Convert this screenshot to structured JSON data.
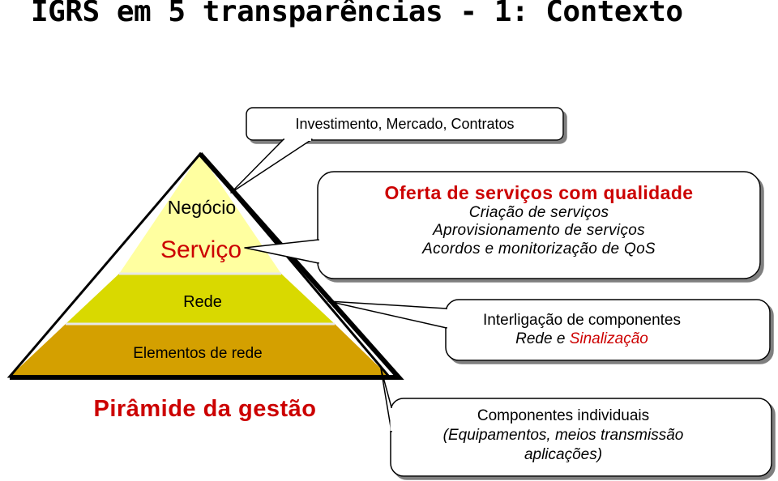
{
  "title": "IGRS em 5 transparências - 1: Contexto",
  "pyramid": {
    "levels": {
      "negocio": "Negócio",
      "servico": "Serviço",
      "rede": "Rede",
      "elementos": "Elementos de rede"
    },
    "caption": "Pirâmide da gestão"
  },
  "callouts": {
    "investimento": "Investimento, Mercado, Contratos",
    "oferta": {
      "heading": "Oferta de serviços com qualidade",
      "lines": [
        "Criação de serviços",
        "Aprovisionamento de serviços",
        "Acordos e monitorização de QoS"
      ]
    },
    "interligacao": {
      "line1": "Interligação de componentes",
      "line2_prefix": "Rede e ",
      "line2_highlight": "Sinalização"
    },
    "componentes": {
      "lines": [
        "Componentes individuais",
        "(Equipamentos, meios transmissão",
        "aplicações)"
      ]
    }
  },
  "colors": {
    "top": "#ffffa0",
    "middle": "#d9d900",
    "bottom": "#d4a000",
    "accent_red": "#cc0000",
    "divider": "#e8e8e8"
  }
}
